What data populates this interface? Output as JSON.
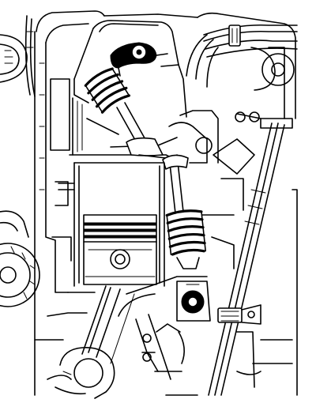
{
  "figure": {
    "kind": "technical line drawing",
    "subject": "engine cutaway",
    "ink_color": "#000000",
    "paper_color": "#ffffff"
  },
  "components": [
    {
      "name": "camshaft-rocker",
      "icon": "cam-lobe-icon"
    },
    {
      "name": "upper-valve-spring",
      "icon": "coil-spring-icon"
    },
    {
      "name": "inlet-valve",
      "icon": "poppet-valve-icon"
    },
    {
      "name": "exhaust-valve",
      "icon": "poppet-valve-icon"
    },
    {
      "name": "lower-valve-spring",
      "icon": "coil-spring-icon"
    },
    {
      "name": "piston",
      "icon": "piston-icon"
    },
    {
      "name": "connecting-rod",
      "icon": "con-rod-icon"
    },
    {
      "name": "crankshaft-journal",
      "icon": "journal-icon"
    },
    {
      "name": "pulley",
      "icon": "pulley-icon"
    },
    {
      "name": "spark-plug-leads",
      "icon": "cable-bundle-icon"
    }
  ]
}
